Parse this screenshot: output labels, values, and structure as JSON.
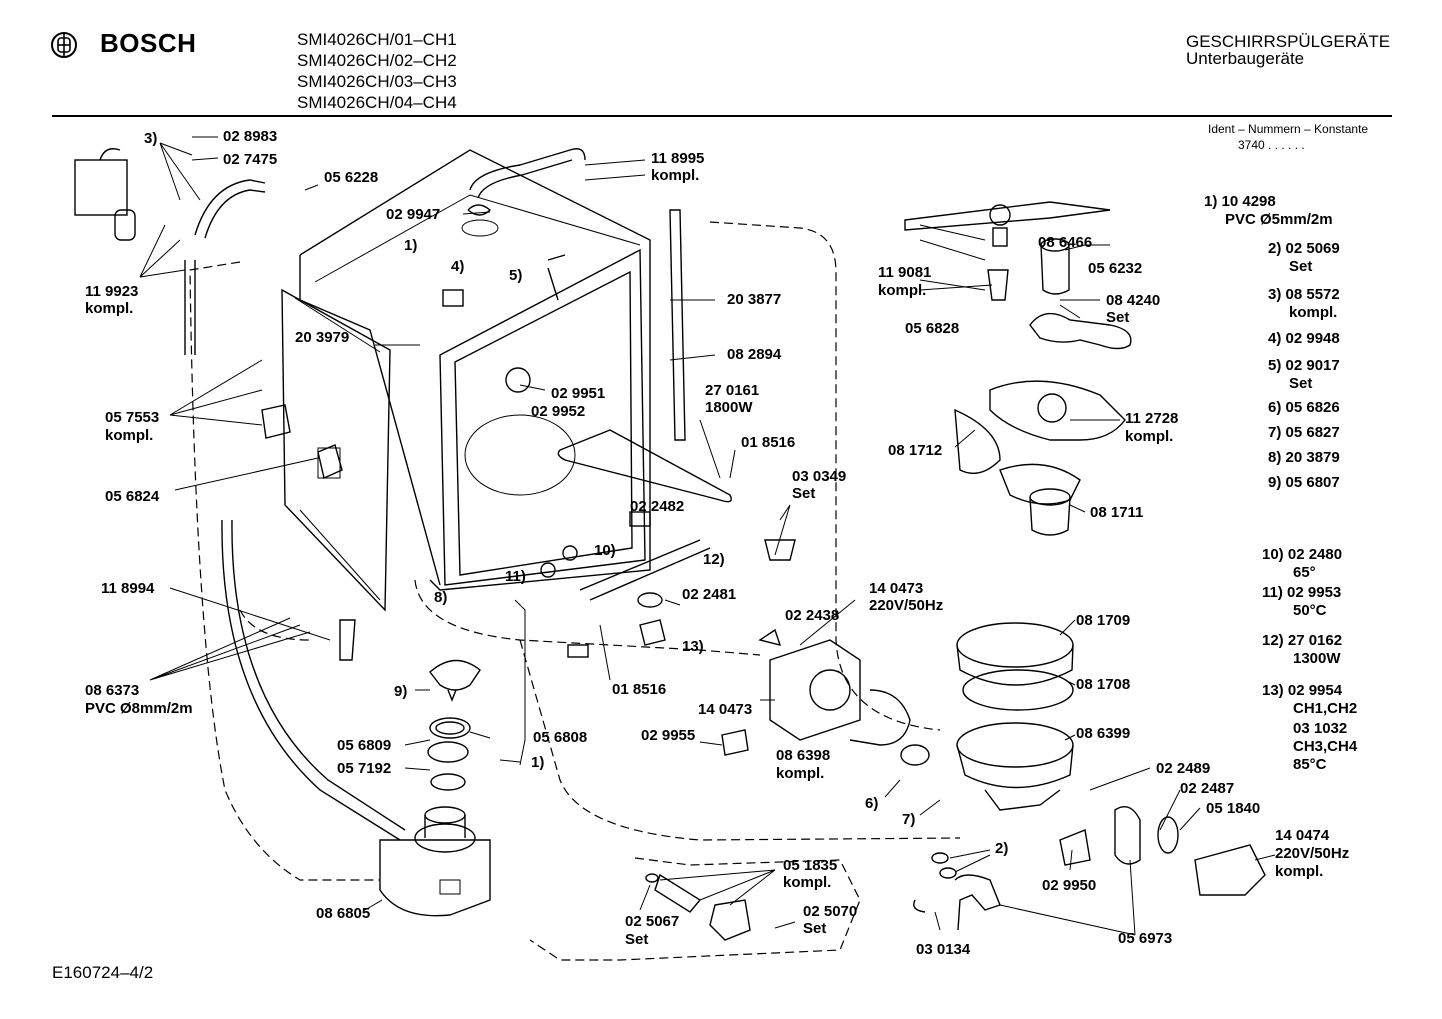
{
  "header": {
    "brand": "BOSCH",
    "models": [
      "SMI4026CH/01–CH1",
      "SMI4026CH/02–CH2",
      "SMI4026CH/03–CH3",
      "SMI4026CH/04–CH4"
    ],
    "category": "GESCHIRRSPÜLGERÄTE",
    "subcategory": "Unterbaugeräte",
    "ident_label": "Ident – Nummern – Konstante",
    "ident_value": "3740 . . . . . ."
  },
  "footer": {
    "doc_id": "E160724–4/2"
  },
  "callouts": {
    "c3": "3)",
    "c028983": "02 8983",
    "c027475": "02 7475",
    "c056228": "05 6228",
    "c118995a": "11 8995",
    "c118995b": "kompl.",
    "c029947": "02 9947",
    "c1a": "1)",
    "c4": "4)",
    "c5": "5)",
    "c119923a": "11 9923",
    "c119923b": "kompl.",
    "c203979": "20 3979",
    "c203877": "20 3877",
    "c082894": "08 2894",
    "c029951": "02 9951",
    "c029952": "02 9952",
    "c270161a": "27 0161",
    "c270161b": "1800W",
    "c057553a": "05 7553",
    "c057553b": "kompl.",
    "c056824": "05 6824",
    "c018516a": "01 8516",
    "c030349a": "03 0349",
    "c030349b": "Set",
    "c022482": "02 2482",
    "c10": "10)",
    "c11": "11)",
    "c12": "12)",
    "c8": "8)",
    "c118994": "11 8994",
    "c022481": "02 2481",
    "c13": "13)",
    "c086373a": "08 6373",
    "c086373b": "PVC Ø8mm/2m",
    "c9": "9)",
    "c018516b": "01 8516",
    "c056809": "05 6809",
    "c056808": "05 6808",
    "c057192": "05 7192",
    "c1b": "1)",
    "c029955": "02 9955",
    "c086805": "08 6805",
    "c051835a": "05 1835",
    "c051835b": "kompl.",
    "c025067a": "02 5067",
    "c025067b": "Set",
    "c025070a": "02 5070",
    "c025070b": "Set",
    "c086466": "08 6466",
    "c119081a": "11 9081",
    "c119081b": "kompl.",
    "c056232": "05 6232",
    "c084240a": "08 4240",
    "c084240b": "Set",
    "c056828": "05 6828",
    "c112728a": "11 2728",
    "c112728b": "kompl.",
    "c081712": "08 1712",
    "c081711": "08 1711",
    "c140473a": "14 0473",
    "c140473b": "220V/50Hz",
    "c022438": "02 2438",
    "c081709": "08 1709",
    "c081708": "08 1708",
    "c140473c": "14 0473",
    "c086399": "08 6399",
    "c086398a": "08 6398",
    "c086398b": "kompl.",
    "c6": "6)",
    "c7": "7)",
    "c022489": "02 2489",
    "c022487": "02 2487",
    "c051840": "05 1840",
    "c140474a": "14 0474",
    "c140474b": "220V/50Hz",
    "c140474c": "kompl.",
    "c2": "2)",
    "c029950": "02 9950",
    "c056973": "05 6973",
    "c030134": "03 0134"
  },
  "legend": [
    {
      "num": "1)",
      "part": "10 4298",
      "note": "PVC Ø5mm/2m"
    },
    {
      "num": "2)",
      "part": "02 5069",
      "note": "Set"
    },
    {
      "num": "3)",
      "part": "08 5572",
      "note": "kompl."
    },
    {
      "num": "4)",
      "part": "02 9948",
      "note": ""
    },
    {
      "num": "5)",
      "part": "02 9017",
      "note": "Set"
    },
    {
      "num": "6)",
      "part": "05 6826",
      "note": ""
    },
    {
      "num": "7)",
      "part": "05 6827",
      "note": ""
    },
    {
      "num": "8)",
      "part": "20 3879",
      "note": ""
    },
    {
      "num": "9)",
      "part": "05 6807",
      "note": ""
    },
    {
      "num": "10)",
      "part": "02 2480",
      "note": "65°"
    },
    {
      "num": "11)",
      "part": "02 9953",
      "note": "50°C"
    },
    {
      "num": "12)",
      "part": "27 0162",
      "note": "1300W"
    },
    {
      "num": "13)",
      "part": "02 9954",
      "note": "CH1,CH2"
    }
  ],
  "legend_extra": {
    "line1": "03 1032",
    "line2": "CH3,CH4",
    "line3": "85°C"
  }
}
